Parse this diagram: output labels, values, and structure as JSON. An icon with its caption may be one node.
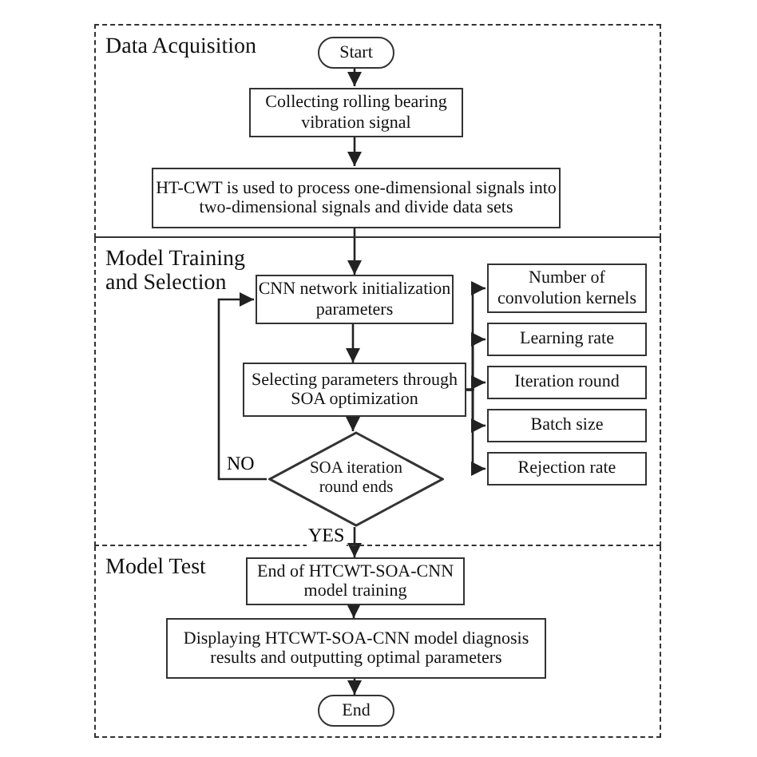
{
  "diagram": {
    "nodes": [
      {
        "text": [
          "Data Acquisition"
        ]
      },
      {
        "text": [
          "Model Training and Selection"
        ]
      },
      {
        "text": [
          "Model Test"
        ]
      },
      {
        "text": [
          "Start"
        ],
        "in": 0
      },
      {
        "text": [
          "Collecting rolling bearing vibration signal"
        ],
        "in": 0
      },
      {
        "text": [
          "HT-CWT is used to process one-dimensional signals into two-dimensional signals and divide data sets"
        ],
        "in": 0
      },
      {
        "text": [
          "CNN network initialization parameters"
        ],
        "in": 1
      },
      {
        "text": [
          "Selecting parameters through SOA optimization"
        ],
        "in": 1
      },
      {
        "text": [
          "SOA iteration round ends"
        ],
        "in": 1
      },
      {
        "text": [
          "Number of convolution kernels"
        ],
        "in": 1
      },
      {
        "text": [
          "Learning rate"
        ],
        "in": 1
      },
      {
        "text": [
          "Iteration round"
        ],
        "in": 1
      },
      {
        "text": [
          "Batch size"
        ],
        "in": 1
      },
      {
        "text": [
          "Rejection rate"
        ],
        "in": 1
      },
      {
        "text": [
          "End of HTCWT-SOA-CNN model training"
        ],
        "in": 2
      },
      {
        "text": [
          "Displaying HTCWT-SOA-CNN model diagnosis results and outputting optimal parameters"
        ],
        "in": 2
      },
      {
        "text": [
          "End"
        ],
        "in": 2
      }
    ],
    "edges": [
      {
        "from": 3,
        "to": 4,
        "arrow": "to"
      },
      {
        "from": 4,
        "to": 5,
        "arrow": "to"
      },
      {
        "from": 5,
        "to": 6,
        "arrow": "to"
      },
      {
        "from": 6,
        "to": 7,
        "arrow": "to"
      },
      {
        "from": 7,
        "to": 8,
        "arrow": "to"
      },
      {
        "from": 8,
        "to": 6,
        "arrow": "to",
        "label": "NO"
      },
      {
        "from": 8,
        "to": 14,
        "arrow": "to",
        "label": "YES"
      },
      {
        "from": 7,
        "to": 9,
        "arrow": "to"
      },
      {
        "from": 7,
        "to": 10,
        "arrow": "to"
      },
      {
        "from": 7,
        "to": 11,
        "arrow": "to"
      },
      {
        "from": 7,
        "to": 12,
        "arrow": "to"
      },
      {
        "from": 7,
        "to": 13,
        "arrow": "to"
      },
      {
        "from": 14,
        "to": 15,
        "arrow": "to"
      },
      {
        "from": 15,
        "to": 16,
        "arrow": "to"
      }
    ]
  }
}
